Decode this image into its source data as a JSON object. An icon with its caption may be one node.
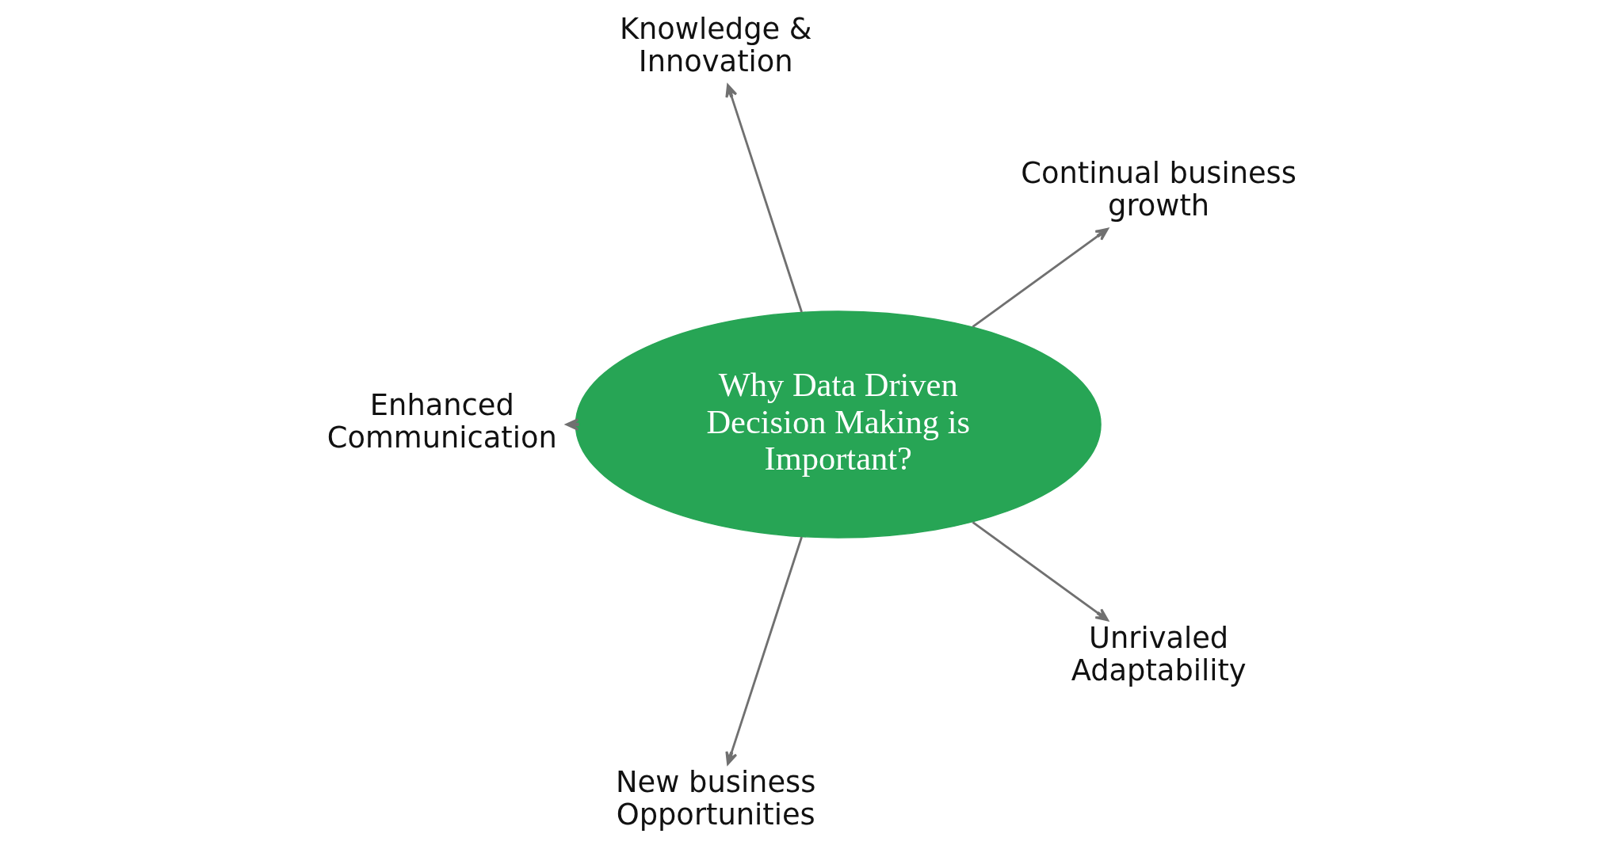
{
  "diagram": {
    "nodes": [
      {
        "text": [
          "Continual business growth"
        ]
      },
      {
        "text": [
          "Knowledge & Innovation"
        ]
      },
      {
        "text": [
          "Enhanced Communication"
        ]
      },
      {
        "text": [
          "Why Data Driven Decision Making is Important?"
        ]
      },
      {
        "text": [
          "New business Opportunities"
        ]
      },
      {
        "text": [
          "Unrivaled Adaptability"
        ]
      }
    ],
    "edges": [
      {
        "from": 3,
        "to": 0,
        "arrow": "to"
      },
      {
        "from": 3,
        "to": 1,
        "arrow": "to"
      },
      {
        "from": 3,
        "to": 2,
        "arrow": "to"
      },
      {
        "from": 3,
        "to": 4,
        "arrow": "to"
      },
      {
        "from": 3,
        "to": 5,
        "arrow": "to"
      }
    ]
  }
}
